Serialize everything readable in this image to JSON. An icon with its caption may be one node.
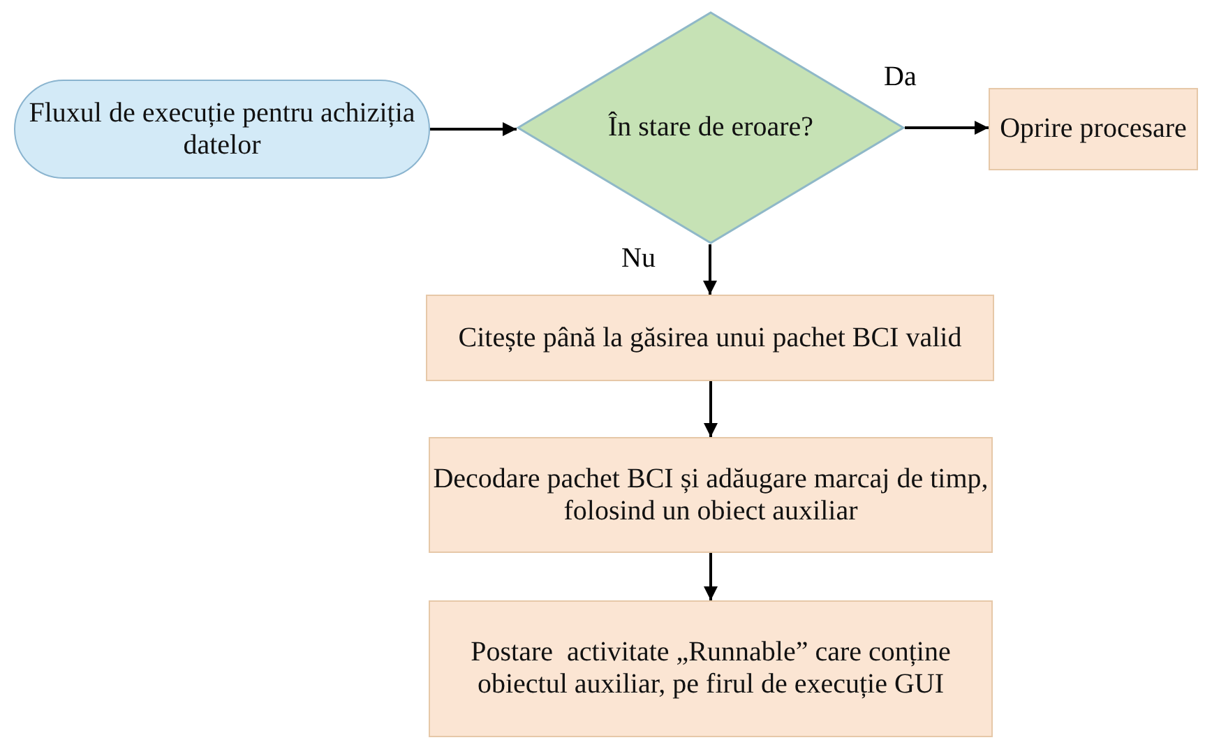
{
  "diagram": {
    "nodes": [
      {
        "text": [
          "Fluxul de execuție pentru achiziția datelor"
        ]
      },
      {
        "text": [
          "În stare de eroare?"
        ]
      },
      {
        "text": [
          "Oprire procesare"
        ]
      },
      {
        "text": [
          "Citește până la găsirea unui pachet BCI valid"
        ]
      },
      {
        "text": [
          "Decodare pachet BCI și adăugare marcaj de timp, folosind un obiect auxiliar"
        ]
      },
      {
        "text": [
          "Postare  activitate „Runnable” care conține obiectul auxiliar, pe firul de execuție GUI"
        ]
      }
    ],
    "edges": [
      {
        "from": 0,
        "to": 1,
        "arrow": "to"
      },
      {
        "from": 1,
        "to": 2,
        "arrow": "to",
        "label": "Da"
      },
      {
        "from": 1,
        "to": 3,
        "arrow": "to",
        "label": "Nu"
      },
      {
        "from": 3,
        "to": 4,
        "arrow": "to"
      },
      {
        "from": 4,
        "to": 5,
        "arrow": "to"
      }
    ]
  }
}
